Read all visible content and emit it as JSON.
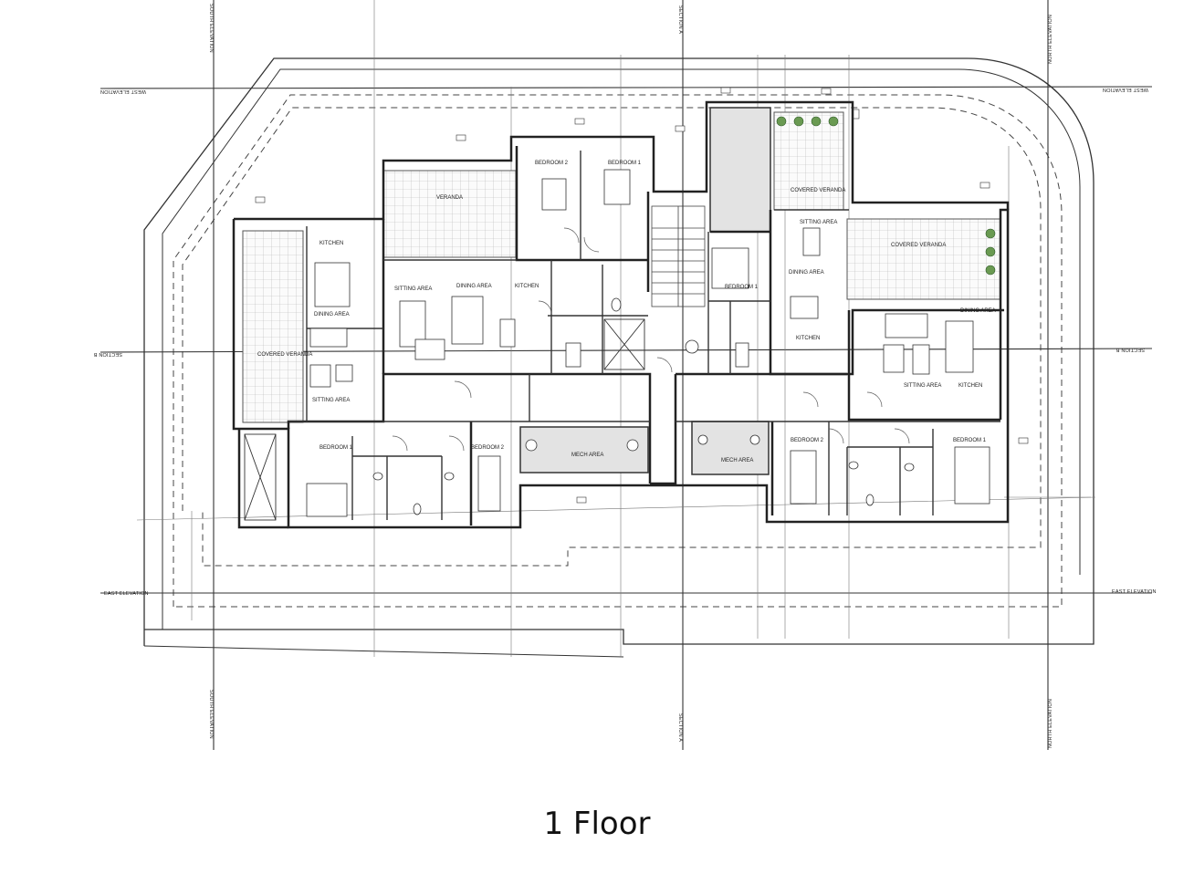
{
  "caption": "1 Floor",
  "section_lines": {
    "west_left": "WEST ELEVATION",
    "west_right": "WEST ELEVATION",
    "east_left": "EAST ELEVATION",
    "east_right": "EAST ELEVATION",
    "section_b_left": "SECTION B",
    "section_b_right": "SECTION B",
    "south_top": "SOUTH ELEVATION",
    "south_bottom": "SOUTH ELEVATION",
    "north_top": "NORTH ELEVATION",
    "north_bottom": "NORTH ELEVATION",
    "section_a_top": "SECTION A",
    "section_a_bottom": "SECTION A"
  },
  "rooms": {
    "covered_veranda_left": "COVERED VERANDA",
    "sitting_area_left": "SITTING AREA",
    "dining_area_left": "DINING AREA",
    "kitchen_left": "KITCHEN",
    "veranda_top": "VERANDA",
    "sitting_area_mid": "SITTING AREA",
    "dining_area_mid": "DINING AREA",
    "kitchen_mid": "KITCHEN",
    "bedroom_2_top": "BEDROOM 2",
    "bedroom_1_top": "BEDROOM 1",
    "bedroom_1_right_top": "BEDROOM 1",
    "covered_veranda_right_top": "COVERED VERANDA",
    "sitting_area_right_top": "SITTING AREA",
    "dining_area_right_top": "DINING AREA",
    "kitchen_right_top": "KITCHEN",
    "covered_veranda_right": "COVERED VERANDA",
    "dining_area_right": "DINING AREA",
    "sitting_area_right": "SITTING AREA",
    "kitchen_right": "KITCHEN",
    "bedroom_1_bottom_left": "BEDROOM 1",
    "bedroom_2_bottom_left": "BEDROOM 2",
    "mech_area_left": "MECH AREA",
    "mech_area_right": "MECH AREA",
    "bedroom_2_bottom_right": "BEDROOM 2",
    "bedroom_1_bottom_right": "BEDROOM 1"
  }
}
